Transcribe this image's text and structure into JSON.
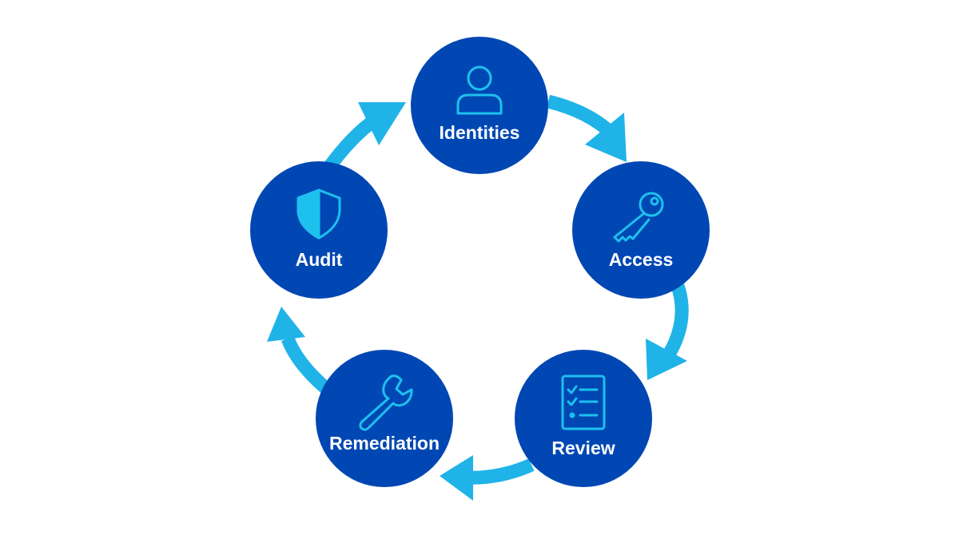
{
  "colors": {
    "background": "#ffffff",
    "node_fill": "#0047b3",
    "icon_stroke": "#1ec0ee",
    "arrow_fill": "#1fb3e8",
    "label_text": "#ffffff"
  },
  "cycle": {
    "nodes": [
      {
        "id": "identities",
        "label": "Identities",
        "icon": "user-icon"
      },
      {
        "id": "access",
        "label": "Access",
        "icon": "key-icon"
      },
      {
        "id": "review",
        "label": "Review",
        "icon": "checklist-icon"
      },
      {
        "id": "remediation",
        "label": "Remediation",
        "icon": "wrench-icon"
      },
      {
        "id": "audit",
        "label": "Audit",
        "icon": "shield-icon"
      }
    ]
  }
}
